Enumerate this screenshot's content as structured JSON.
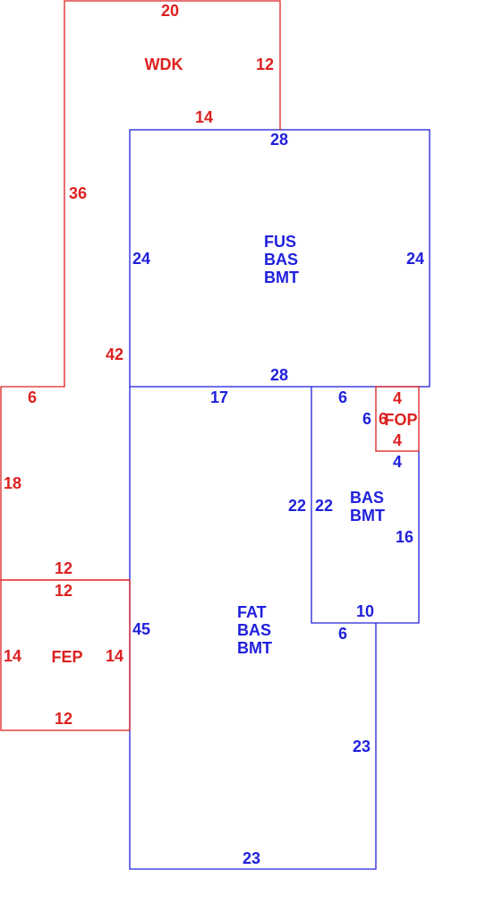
{
  "colors": {
    "red": "#dd2020",
    "blue": "#2020dd",
    "background": "#ffffff"
  },
  "areas": {
    "wdk": "WDK",
    "fus": [
      "FUS",
      "BAS",
      "BMT"
    ],
    "bas_right": [
      "BAS",
      "BMT"
    ],
    "fat": [
      "FAT",
      "BAS",
      "BMT"
    ],
    "fep": "FEP",
    "fop": "FOP"
  },
  "dims": {
    "wdk_top": "20",
    "wdk_right": "12",
    "wdk_bottom": "14",
    "wdk_left": "36",
    "red_42": "42",
    "fus_top": "28",
    "fus_left": "24",
    "fus_right": "24",
    "fus_bottom": "28",
    "fat_17": "17",
    "bas_top": "6",
    "bas_6_left": "6",
    "fop_6": "6",
    "fop_top": "4",
    "fop_bottom": "4",
    "bas_4": "4",
    "bas_left_outer": "22",
    "bas_left_inner": "22",
    "bas_16": "16",
    "bas_10": "10",
    "fat_6": "6",
    "fat_45": "45",
    "fat_23_right": "23",
    "fat_23_bottom": "23",
    "red_6": "6",
    "red_18": "18",
    "red_12a": "12",
    "fep_12_top": "12",
    "fep_14_left": "14",
    "fep_14_right": "14",
    "fep_12_bottom": "12"
  }
}
